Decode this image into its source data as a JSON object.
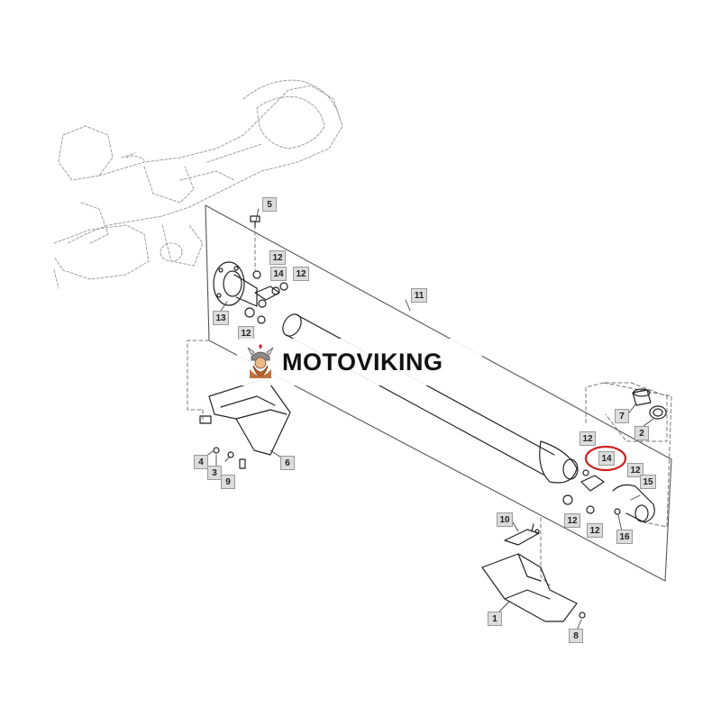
{
  "brand": {
    "name": "MOTOVIKING"
  },
  "highlight_color": "#cc2222",
  "callouts": {
    "c1": "1",
    "c2": "2",
    "c3": "3",
    "c4": "4",
    "c5": "5",
    "c6": "6",
    "c7": "7",
    "c8": "8",
    "c9": "9",
    "c10": "10",
    "c11": "11",
    "c12a": "12",
    "c12b": "12",
    "c12c": "12",
    "c12d": "12",
    "c12e": "12",
    "c12f": "12",
    "c12g": "12",
    "c13": "13",
    "c14a": "14",
    "c14b": "14",
    "c15": "15",
    "c16": "16"
  }
}
